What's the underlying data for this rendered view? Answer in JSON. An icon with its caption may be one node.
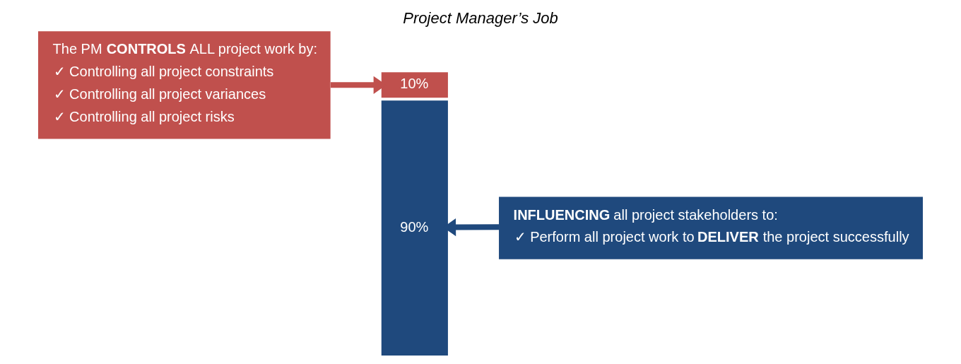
{
  "diagram": {
    "title": "Project Manager’s Job",
    "nodes": [
      {
        "text": [
          "The PM **CONTROLS** ALL project work by:",
          "✓ Controlling all project constraints",
          "✓ Controlling all project variances",
          "✓ Controlling all project risks"
        ]
      },
      {
        "text": [
          "10%"
        ]
      },
      {
        "text": [
          "90%"
        ]
      },
      {
        "text": [
          "**INFLUENCING** all project stakeholders to:",
          "✓ Perform all project work to **DELIVER** the project successfully"
        ]
      }
    ],
    "edges": [
      {
        "from": 0,
        "to": 1,
        "arrow": "to",
        "color": "#c0504d"
      },
      {
        "from": 3,
        "to": 2,
        "arrow": "to",
        "color": "#1f497d"
      }
    ]
  }
}
